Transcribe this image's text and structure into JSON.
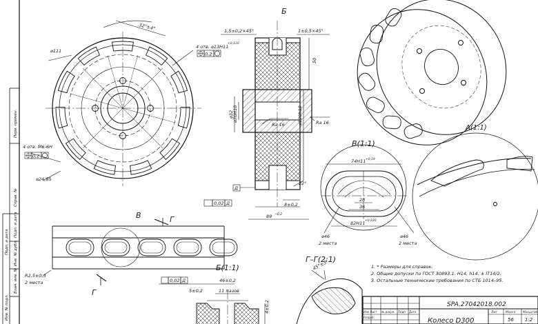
{
  "labels": {
    "diam_111": "⌀111",
    "angle_32": "32°±4°",
    "holes_13": "4 отв. ⌀13Н11",
    "holes_13_tol": "+0,110",
    "pos_02a": "0,2",
    "holes_m6": "4 отв. М6-6Н",
    "pos_02b": "0,2",
    "diam_2495": "⌀24,95",
    "view_b_top": "Б",
    "chamfer_15": "1,5±0,2×45°",
    "chamfer_1": "1±0,5×45°",
    "dim_50": "50",
    "diam_32": "⌀32",
    "diam_70": "⌀70Н10",
    "diam_120": "⌀120h10",
    "ra16a": "Ra 16",
    "ra16b": "Ra 16",
    "angle_22": "22°",
    "datum_d": "Д",
    "tol_002": "0,02",
    "tol_d": "Д",
    "dim_8": "8±0,2",
    "dim_89": "89",
    "dim_89_tol": "−0,2",
    "view_v": "В",
    "view_g": "Г",
    "view_g2": "Г",
    "r25": "R2,5±0,3",
    "two_places_a": "2 места",
    "detail_v": "В(1:1)",
    "dim_74": "74Н11",
    "dim_74_tol": "+0,19",
    "dim_28": "28",
    "dim_36": "36",
    "dim_82": "82Н11",
    "dim_82_tol": "+0,220",
    "r46a": "⌀46",
    "two_places_b": "2 места",
    "r46b": "⌀46",
    "two_places_c": "2 места",
    "detail_a": "А(1:1)",
    "section_b": "Б(1:1)",
    "tol_002b": "0,02",
    "tol_db": "Д",
    "dim_46": "46±0,2",
    "dim_5": "5±0,2",
    "grooves_11": "11 пазов",
    "dim_4": "4±0,2",
    "section_gg": "Г–Г(2:1)",
    "angle_45": "45°±3°"
  },
  "notes": [
    "1. * Размеры для справок.",
    "2. Общие допуски по ГОСТ 30893.1: Н14, h14, ± IT14/2.",
    "3. Остальные технические требования по СТБ 1014–95."
  ],
  "title_block": {
    "doc_number": "SPA.27042018.002",
    "name": "Колесо D300",
    "col_lit": "Лит",
    "col_mass": "Масса",
    "col_scale": "Масштаб",
    "mass": "56",
    "scale": "1:2",
    "row_change": "Изм Лист",
    "row_doc": "№ докум.",
    "row_sign": "Подп.",
    "row_date": "Дата",
    "row_dev": "Разраб."
  },
  "side_strip": [
    "Перв. примен.",
    "Справ. №",
    "Подп. и дата",
    "Инв. № дубл.",
    "Взам. инв. №",
    "Подп. и дата",
    "Инв. № подл."
  ]
}
